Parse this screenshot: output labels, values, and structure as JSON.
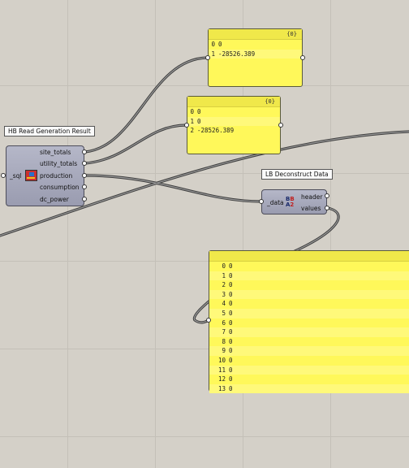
{
  "panels": {
    "p1": {
      "header": "{0}",
      "rows": [
        {
          "idx": "0",
          "val": "0"
        },
        {
          "idx": "1",
          "val": "-28526.389"
        }
      ]
    },
    "p2": {
      "header": "{0}",
      "rows": [
        {
          "idx": "0",
          "val": "0"
        },
        {
          "idx": "1",
          "val": "0"
        },
        {
          "idx": "2",
          "val": "-28526.389"
        }
      ]
    },
    "p3": {
      "rows": [
        {
          "idx": "0",
          "val": "0"
        },
        {
          "idx": "1",
          "val": "0"
        },
        {
          "idx": "2",
          "val": "0"
        },
        {
          "idx": "3",
          "val": "0"
        },
        {
          "idx": "4",
          "val": "0"
        },
        {
          "idx": "5",
          "val": "0"
        },
        {
          "idx": "6",
          "val": "0"
        },
        {
          "idx": "7",
          "val": "0"
        },
        {
          "idx": "8",
          "val": "0"
        },
        {
          "idx": "9",
          "val": "0"
        },
        {
          "idx": "10",
          "val": "0"
        },
        {
          "idx": "11",
          "val": "0"
        },
        {
          "idx": "12",
          "val": "0"
        },
        {
          "idx": "13",
          "val": "0"
        }
      ]
    }
  },
  "hb": {
    "tag": "HB Read Generation Result",
    "input": "_sql",
    "outputs": [
      "site_totals",
      "utility_totals",
      "production",
      "consumption",
      "dc_power"
    ],
    "icon": "honeybee-icon"
  },
  "lb": {
    "tag": "LB Deconstruct Data",
    "input": "_data",
    "outputs": [
      "header",
      "values"
    ],
    "icon": "ab-deconstruct-icon"
  }
}
